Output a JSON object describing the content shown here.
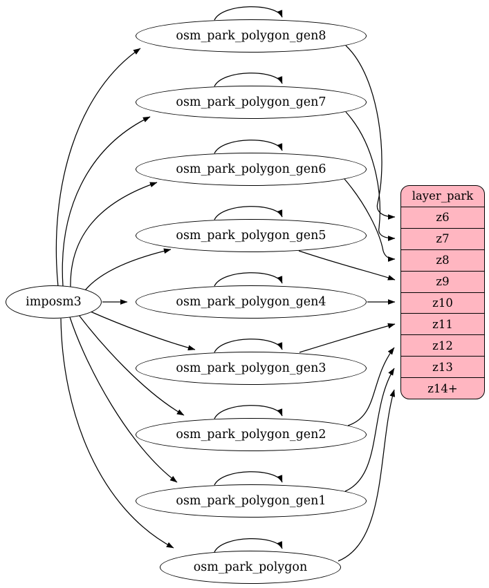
{
  "diagram": {
    "type": "graphviz-digraph",
    "source_node": {
      "label": "imposm3"
    },
    "tables": [
      {
        "label": "osm_park_polygon_gen8"
      },
      {
        "label": "osm_park_polygon_gen7"
      },
      {
        "label": "osm_park_polygon_gen6"
      },
      {
        "label": "osm_park_polygon_gen5"
      },
      {
        "label": "osm_park_polygon_gen4"
      },
      {
        "label": "osm_park_polygon_gen3"
      },
      {
        "label": "osm_park_polygon_gen2"
      },
      {
        "label": "osm_park_polygon_gen1"
      },
      {
        "label": "osm_park_polygon"
      }
    ],
    "layer": {
      "title": "layer_park",
      "zoom_rows": [
        "z6",
        "z7",
        "z8",
        "z9",
        "z10",
        "z11",
        "z12",
        "z13",
        "z14+"
      ]
    },
    "edges": [
      {
        "from": "imposm3",
        "to": "osm_park_polygon_gen8"
      },
      {
        "from": "imposm3",
        "to": "osm_park_polygon_gen7"
      },
      {
        "from": "imposm3",
        "to": "osm_park_polygon_gen6"
      },
      {
        "from": "imposm3",
        "to": "osm_park_polygon_gen5"
      },
      {
        "from": "imposm3",
        "to": "osm_park_polygon_gen4"
      },
      {
        "from": "imposm3",
        "to": "osm_park_polygon_gen3"
      },
      {
        "from": "imposm3",
        "to": "osm_park_polygon_gen2"
      },
      {
        "from": "imposm3",
        "to": "osm_park_polygon_gen1"
      },
      {
        "from": "imposm3",
        "to": "osm_park_polygon"
      },
      {
        "from": "osm_park_polygon_gen8",
        "to": "osm_park_polygon_gen8",
        "self_loop": true
      },
      {
        "from": "osm_park_polygon_gen7",
        "to": "osm_park_polygon_gen7",
        "self_loop": true
      },
      {
        "from": "osm_park_polygon_gen6",
        "to": "osm_park_polygon_gen6",
        "self_loop": true
      },
      {
        "from": "osm_park_polygon_gen5",
        "to": "osm_park_polygon_gen5",
        "self_loop": true
      },
      {
        "from": "osm_park_polygon_gen4",
        "to": "osm_park_polygon_gen4",
        "self_loop": true
      },
      {
        "from": "osm_park_polygon_gen3",
        "to": "osm_park_polygon_gen3",
        "self_loop": true
      },
      {
        "from": "osm_park_polygon_gen2",
        "to": "osm_park_polygon_gen2",
        "self_loop": true
      },
      {
        "from": "osm_park_polygon_gen1",
        "to": "osm_park_polygon_gen1",
        "self_loop": true
      },
      {
        "from": "osm_park_polygon",
        "to": "osm_park_polygon",
        "self_loop": true
      },
      {
        "from": "osm_park_polygon_gen8",
        "to": "layer_park.z6"
      },
      {
        "from": "osm_park_polygon_gen7",
        "to": "layer_park.z7"
      },
      {
        "from": "osm_park_polygon_gen6",
        "to": "layer_park.z8"
      },
      {
        "from": "osm_park_polygon_gen5",
        "to": "layer_park.z9"
      },
      {
        "from": "osm_park_polygon_gen4",
        "to": "layer_park.z10"
      },
      {
        "from": "osm_park_polygon_gen3",
        "to": "layer_park.z11"
      },
      {
        "from": "osm_park_polygon_gen2",
        "to": "layer_park.z12"
      },
      {
        "from": "osm_park_polygon_gen1",
        "to": "layer_park.z13"
      },
      {
        "from": "osm_park_polygon",
        "to": "layer_park.z14+"
      }
    ],
    "colors": {
      "layer_fill": "#ffb6c1",
      "node_fill": "#ffffff",
      "stroke": "#000000"
    }
  }
}
